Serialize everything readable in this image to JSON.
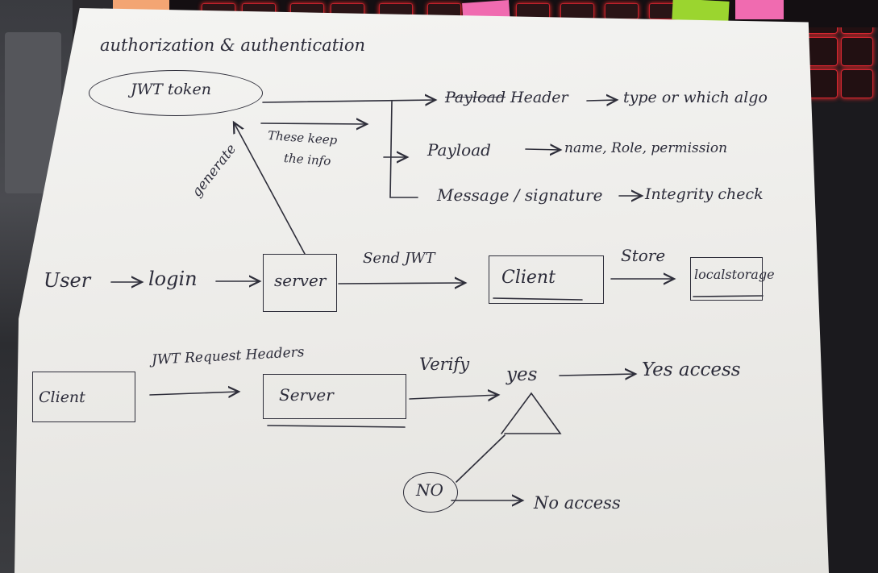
{
  "title": "authorization & authentication",
  "jwt": {
    "token": "JWT token",
    "parts": {
      "header_struck": "Payload",
      "header_label": "Header",
      "header_desc": "type or which algo",
      "payload_label": "Payload",
      "payload_desc": "name, Role, permission",
      "signature_label": "Message / signature",
      "signature_desc": "Integrity check"
    },
    "note_line1": "These keep",
    "note_line2": "the info"
  },
  "generate": "generate",
  "login_flow": {
    "user": "User",
    "login": "login",
    "server": "server",
    "send_jwt": "Send JWT",
    "client": "Client",
    "store": "Store",
    "localstorage": "localstorage"
  },
  "verify_flow": {
    "client": "Client",
    "request_headers": "JWT Request Headers",
    "server": "Server",
    "verify": "Verify",
    "yes": "yes",
    "yes_access": "Yes access",
    "no": "NO",
    "no_access": "No access"
  },
  "arrow_glyph": "→"
}
